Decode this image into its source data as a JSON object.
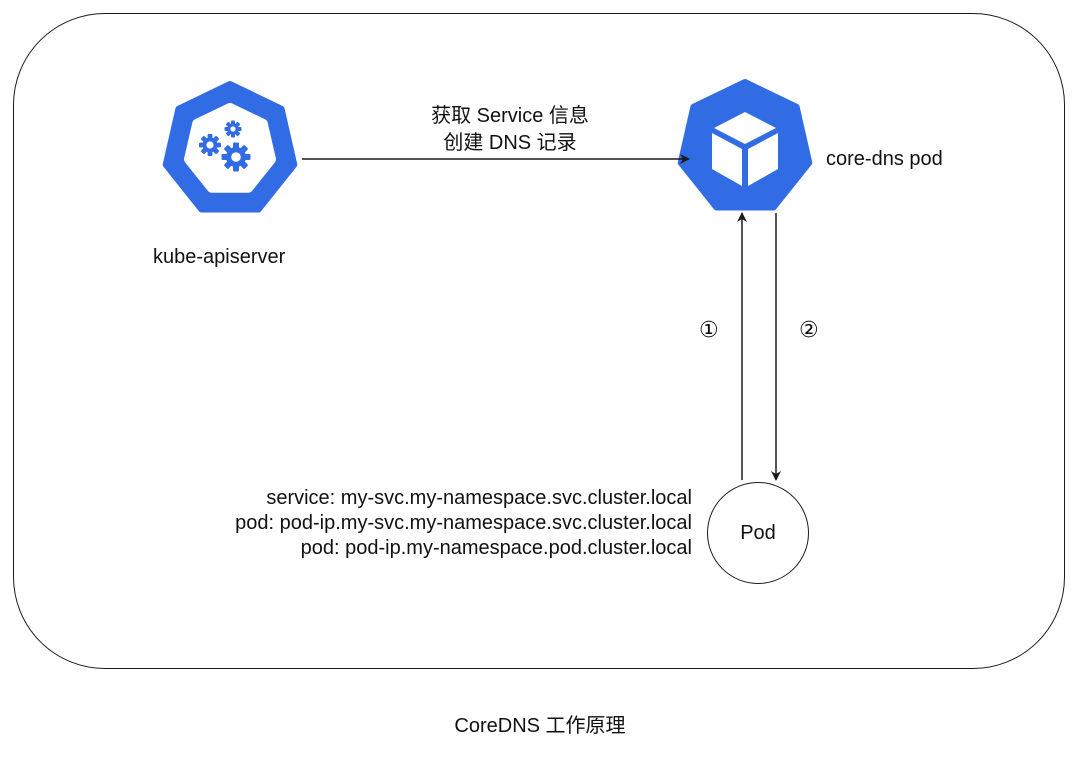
{
  "nodes": {
    "apiserver_label": "kube-apiserver",
    "coredns_label": "core-dns pod",
    "pod_label": "Pod"
  },
  "arrow_label": {
    "line1": "获取 Service 信息",
    "line2": "创建 DNS 记录"
  },
  "steps": {
    "request": "①",
    "response": "②"
  },
  "dns_records": [
    "service: my-svc.my-namespace.svc.cluster.local",
    "pod: pod-ip.my-svc.my-namespace.svc.cluster.local",
    "pod: pod-ip.my-namespace.pod.cluster.local"
  ],
  "caption": "CoreDNS 工作原理",
  "colors": {
    "k8s_blue": "#326ce5",
    "line": "#1b1b1b"
  },
  "icons": {
    "apiserver": "gears-icon",
    "coredns": "cube-icon"
  }
}
